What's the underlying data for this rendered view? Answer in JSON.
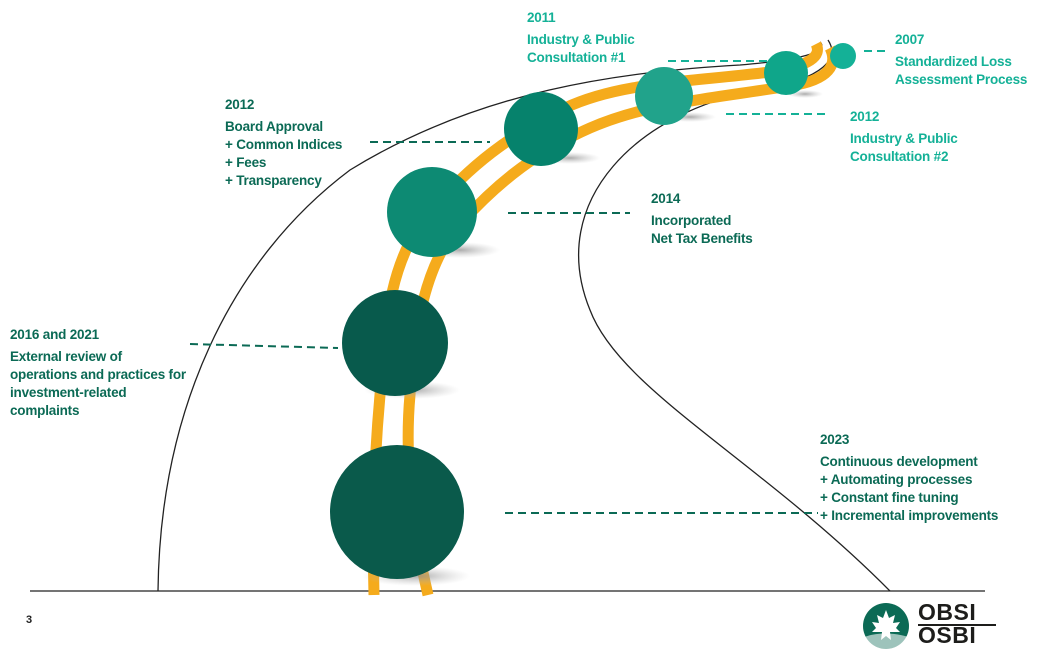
{
  "colors": {
    "road": "#f5ab1c",
    "line": "#222222",
    "dark_green": "#0b6a55",
    "teal": "#14b197"
  },
  "milestones": [
    {
      "year": "2007",
      "lines": [
        "Standardized Loss",
        "Assessment Process"
      ],
      "color": "#14b197",
      "label_color": "teal"
    },
    {
      "year": "2011",
      "lines": [
        "Industry & Public",
        "Consultation #1"
      ],
      "color": "#21a38b",
      "label_color": "teal"
    },
    {
      "year": "2012",
      "lines": [
        "Industry & Public",
        "Consultation #2"
      ],
      "color": "#0fa68a",
      "label_color": "teal"
    },
    {
      "year": "2012",
      "lines": [
        "Board Approval",
        "+ Common Indices",
        "+ Fees",
        "+ Transparency"
      ],
      "color": "#06826c",
      "label_color": "dark"
    },
    {
      "year": "2014",
      "lines": [
        "Incorporated",
        "Net Tax Benefits"
      ],
      "color": "#0d8a73",
      "label_color": "dark"
    },
    {
      "year": "2016 and 2021",
      "lines": [
        "External review of",
        "operations and practices for",
        "investment-related",
        "complaints"
      ],
      "color": "#085a4c",
      "label_color": "dark"
    },
    {
      "year": "2023",
      "lines": [
        "Continuous development",
        "+ Automating processes",
        "+ Constant fine tuning",
        "+ Incremental improvements"
      ],
      "color": "#0a5a4b",
      "label_color": "dark"
    }
  ],
  "page_number": "3",
  "logo": {
    "line1": "OBSI",
    "line2": "OSBI",
    "icon": "maple-leaf-icon"
  }
}
